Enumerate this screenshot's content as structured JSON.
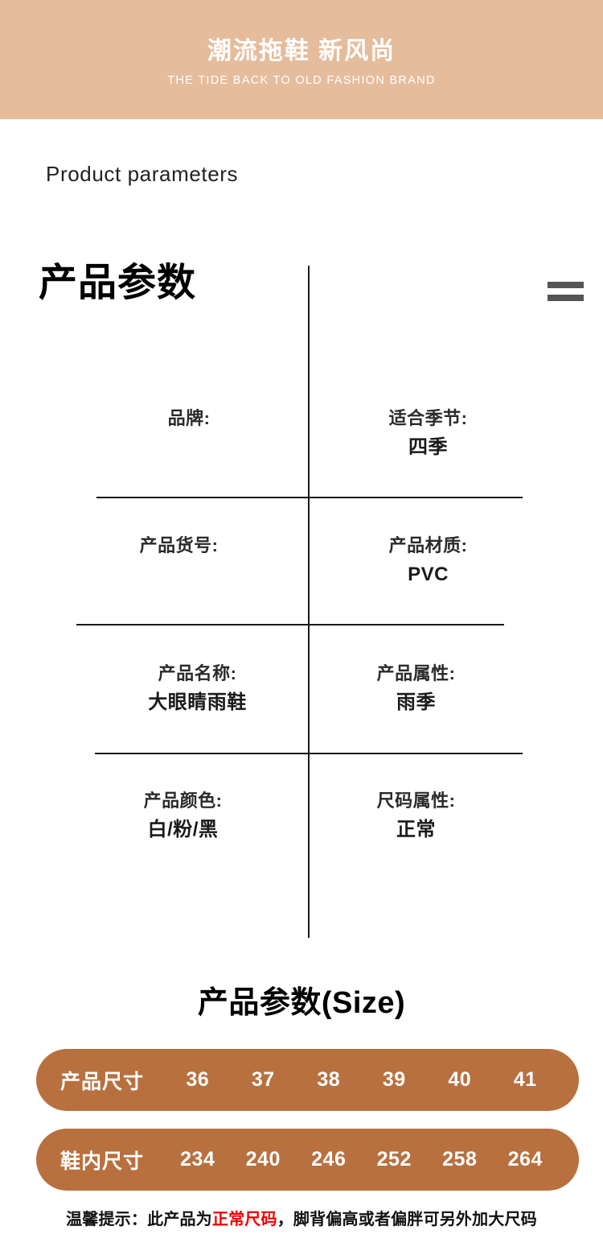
{
  "banner": {
    "title": "潮流拖鞋  新风尚",
    "subtitle": "THE TIDE BACK TO OLD FASHION BRAND",
    "bg_color": "#e5bc9c",
    "text_color": "#ffffff"
  },
  "section": {
    "english_heading": "Product parameters",
    "chinese_heading": "产品参数",
    "menu_icon": "equals-icon"
  },
  "parameters": {
    "rows": [
      {
        "left": {
          "key": "品牌:",
          "value": ""
        },
        "right": {
          "key": "适合季节:",
          "value": "四季"
        }
      },
      {
        "left": {
          "key": "产品货号:",
          "value": ""
        },
        "right": {
          "key": "产品材质:",
          "value": "PVC"
        }
      },
      {
        "left": {
          "key": "产品名称:",
          "value": "大眼睛雨鞋"
        },
        "right": {
          "key": "产品属性:",
          "value": "雨季"
        }
      },
      {
        "left": {
          "key": "产品颜色:",
          "value": "白/粉/黑"
        },
        "right": {
          "key": "尺码属性:",
          "value": "正常"
        }
      }
    ]
  },
  "size_section": {
    "title": "产品参数(Size)",
    "pill_color": "#b9703f",
    "rows": [
      {
        "label": "产品尺寸",
        "values": [
          "36",
          "37",
          "38",
          "39",
          "40",
          "41"
        ]
      },
      {
        "label": "鞋内尺寸",
        "values": [
          "234",
          "240",
          "246",
          "252",
          "258",
          "264"
        ]
      }
    ],
    "note": {
      "prefix": "温馨提示：此产品为",
      "highlight": "正常尺码",
      "highlight_color": "#ee0000",
      "suffix": "，脚背偏高或者偏胖可另外加大尺码"
    }
  }
}
